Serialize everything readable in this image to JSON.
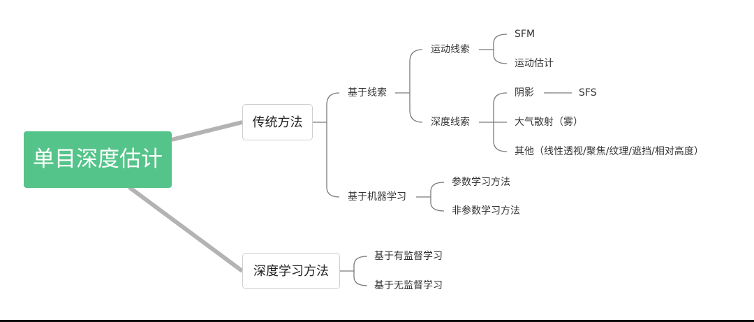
{
  "colors": {
    "root_bg": "#55c48a",
    "line": "#7a7a7a",
    "thick_branch": "#b3b3b3",
    "text": "#333333"
  },
  "root": {
    "label": "单目深度估计"
  },
  "traditional": {
    "label": "传统方法",
    "cue_based": {
      "label": "基于线索",
      "motion": {
        "label": "运动线索",
        "sfm": "SFM",
        "motion_est": "运动估计"
      },
      "depth": {
        "label": "深度线索",
        "shadow": "阴影",
        "sfs": "SFS",
        "atmosphere": "大气散射（雾）",
        "other": "其他（线性透视/聚焦/纹理/遮挡/相对高度）"
      }
    },
    "ml_based": {
      "label": "基于机器学习",
      "parametric": "参数学习方法",
      "nonparametric": "非参数学习方法"
    }
  },
  "deep": {
    "label": "深度学习方法",
    "supervised": "基于有监督学习",
    "unsupervised": "基于无监督学习"
  }
}
